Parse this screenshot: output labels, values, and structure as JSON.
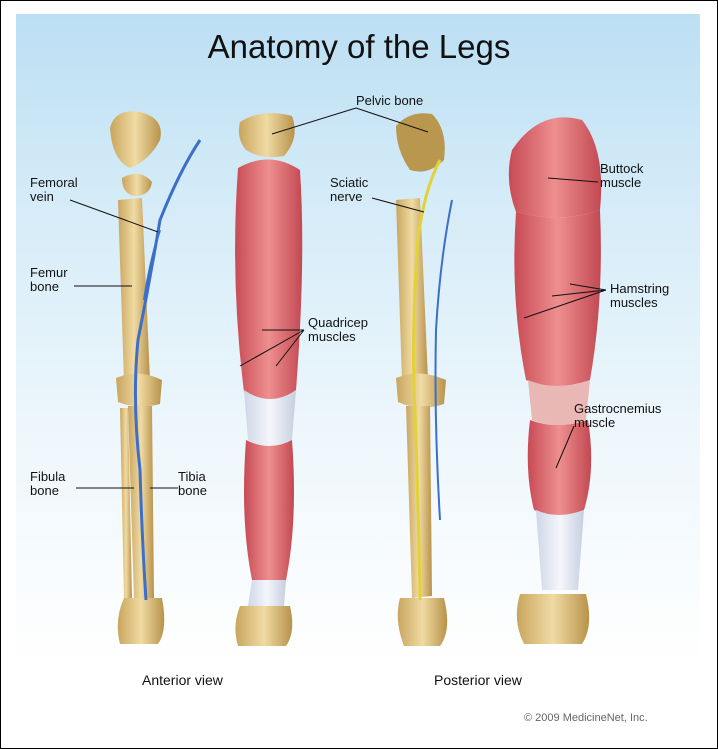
{
  "title": "Anatomy of the Legs",
  "labels": {
    "pelvic_bone": "Pelvic bone",
    "femoral_vein": "Femoral\nvein",
    "femur_bone": "Femur\nbone",
    "fibula_bone": "Fibula\nbone",
    "tibia_bone": "Tibia\nbone",
    "quadricep_muscles": "Quadricep\nmuscles",
    "sciatic_nerve": "Sciatic\nnerve",
    "buttock_muscle": "Buttock\nmuscle",
    "hamstring_muscles": "Hamstring\nmuscles",
    "gastrocnemius_muscle": "Gastrocnemius\nmuscle"
  },
  "views": {
    "anterior": "Anterior view",
    "posterior": "Posterior view"
  },
  "copyright": "© 2009 MedicineNet, Inc.",
  "colors": {
    "bone": "#e6c98a",
    "muscle": "#d9606a",
    "vein": "#3d6fc8",
    "nerve": "#e2d23a",
    "background": "#cfe8f6"
  }
}
